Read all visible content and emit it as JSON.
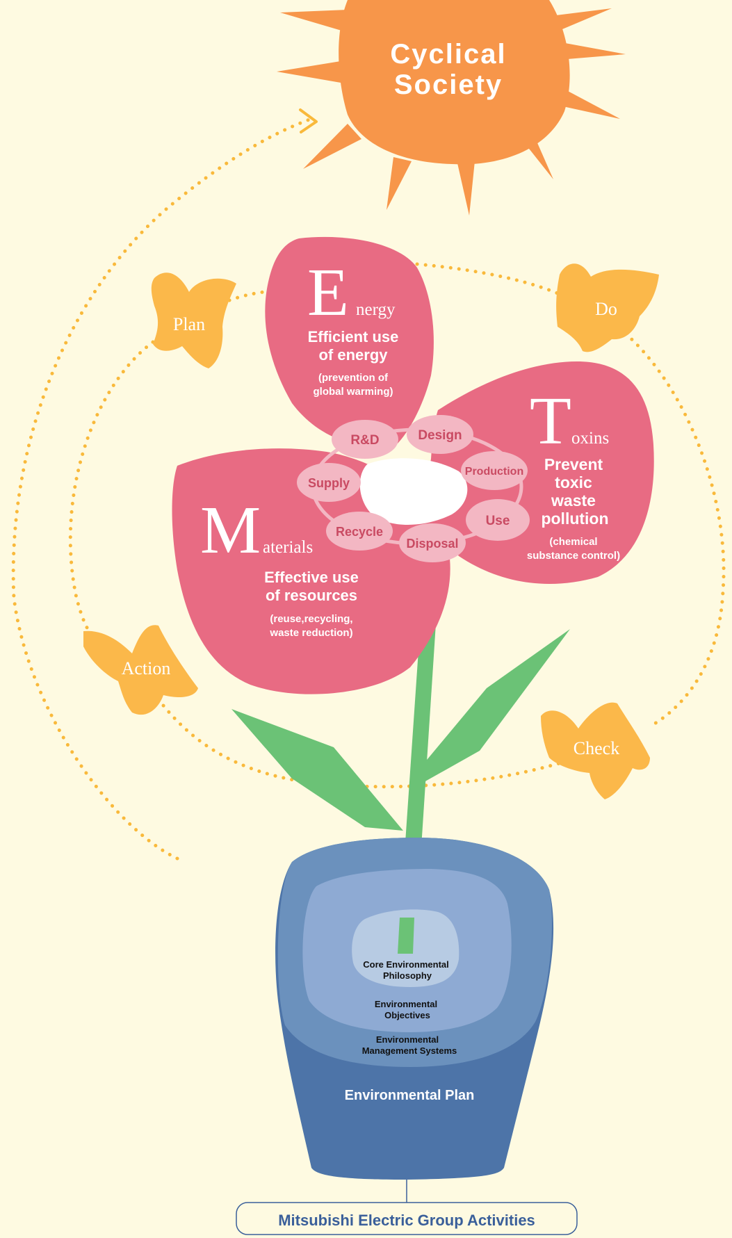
{
  "sun": {
    "title_line1": "Cyclical",
    "title_line2": "Society"
  },
  "cycle": {
    "plan": "Plan",
    "do": "Do",
    "check": "Check",
    "action": "Action"
  },
  "petals": {
    "energy": {
      "initial": "E",
      "rest": "nergy",
      "heading_line1": "Efficient use",
      "heading_line2": "of energy",
      "note_line1": "(prevention of",
      "note_line2": "global warming)"
    },
    "toxins": {
      "initial": "T",
      "rest": "oxins",
      "heading_line1": "Prevent",
      "heading_line2": "toxic",
      "heading_line3": "waste",
      "heading_line4": "pollution",
      "note_line1": "(chemical",
      "note_line2": "substance control)"
    },
    "materials": {
      "initial": "M",
      "rest": "aterials",
      "heading_line1": "Effective use",
      "heading_line2": "of resources",
      "note_line1": "(reuse,recycling,",
      "note_line2": "waste reduction)"
    }
  },
  "lifecycle": [
    "R&D",
    "Design",
    "Production",
    "Use",
    "Disposal",
    "Recycle",
    "Supply"
  ],
  "pot": {
    "core_line1": "Core Environmental",
    "core_line2": "Philosophy",
    "objectives_line1": "Environmental",
    "objectives_line2": "Objectives",
    "ems_line1": "Environmental",
    "ems_line2": "Management Systems",
    "plan": "Environmental Plan"
  },
  "footer": {
    "label": "Mitsubishi Electric Group Activities"
  },
  "colors": {
    "background": "#fefae1",
    "sun": "#f7964a",
    "butterfly": "#fbb84a",
    "dots": "#f9b93b",
    "petal": "#e86b83",
    "node": "#f3b7c3",
    "node_text": "#c94a62",
    "stem": "#6bc276",
    "pot_outer": "#4d74a8",
    "pot_mid": "#6b91bd",
    "pot_inner": "#8eaad3",
    "pot_core": "#b7cbe3",
    "footer_text": "#3a5f9a"
  }
}
